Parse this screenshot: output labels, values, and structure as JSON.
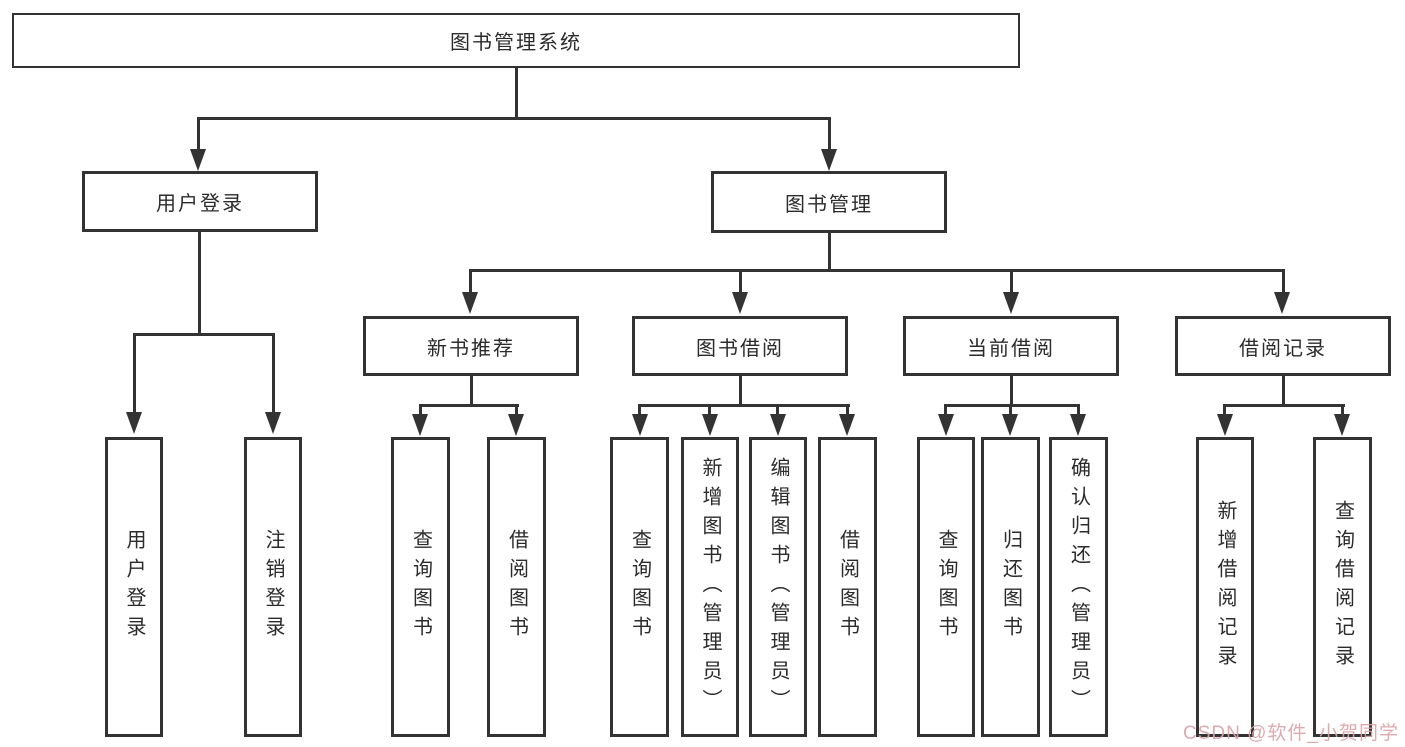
{
  "colors": {
    "background": "#ffffff",
    "line": "#333333",
    "box_border": "#333333",
    "text": "#2b2b2b",
    "watermark": "#dba4a8"
  },
  "tree": {
    "root": "图书管理系统",
    "branches": [
      {
        "label": "用户登录",
        "leaves": [
          "用户登录",
          "注销登录"
        ]
      },
      {
        "label": "图书管理",
        "groups": [
          {
            "label": "新书推荐",
            "leaves": [
              "查询图书",
              "借阅图书"
            ]
          },
          {
            "label": "图书借阅",
            "leaves": [
              "查询图书",
              "新增图书（管理员）",
              "编辑图书（管理员）",
              "借阅图书"
            ]
          },
          {
            "label": "当前借阅",
            "leaves": [
              "查询图书",
              "归还图书",
              "确认归还（管理员）"
            ]
          },
          {
            "label": "借阅记录",
            "leaves": [
              "新增借阅记录",
              "查询借阅记录"
            ]
          }
        ]
      }
    ]
  },
  "watermark": {
    "text": "CSDN @软件_小贺同学"
  }
}
